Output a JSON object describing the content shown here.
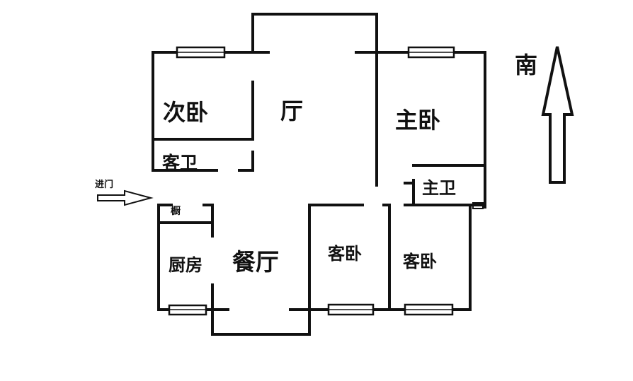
{
  "rooms": {
    "second_bedroom": "次卧",
    "living_room": "厅",
    "master_bedroom": "主卧",
    "guest_bathroom": "客卫",
    "master_bathroom": "主卫",
    "cabinet": "橱",
    "kitchen": "厨房",
    "dining_room": "餐厅",
    "guest_bedroom_left": "客卧",
    "guest_bedroom_right": "客卧"
  },
  "entrance": "进门",
  "compass": "南"
}
